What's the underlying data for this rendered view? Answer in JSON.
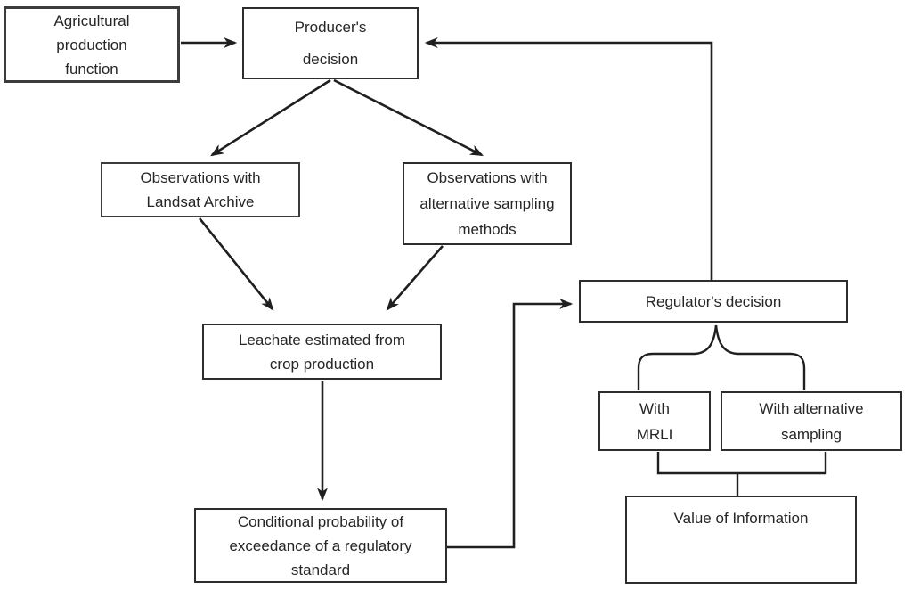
{
  "figure": {
    "type": "flowchart",
    "background": "#ffffff",
    "line_color": "#1f1f1f",
    "text_color": "#262626",
    "nodes": {
      "agricultural": {
        "lines": [
          "Agricultural",
          "production",
          "function"
        ]
      },
      "producers": {
        "lines": [
          "Producer's",
          "decision"
        ]
      },
      "obs_landsat": {
        "lines": [
          "Observations with",
          "Landsat Archive"
        ]
      },
      "obs_alt": {
        "lines": [
          "Observations with",
          "alternative sampling",
          "methods"
        ]
      },
      "leachate": {
        "lines": [
          "Leachate estimated from",
          "crop production"
        ]
      },
      "conditional": {
        "lines": [
          "Conditional probability of",
          "exceedance of a regulatory",
          "standard"
        ]
      },
      "regulators": {
        "lines": [
          "Regulator's decision"
        ]
      },
      "with_mrli": {
        "lines": [
          "With",
          "MRLI"
        ]
      },
      "with_alt": {
        "lines": [
          "With alternative",
          "sampling"
        ]
      },
      "value": {
        "lines": [
          "Value of Information"
        ]
      }
    },
    "edges": [
      {
        "from": "agricultural_production_function",
        "to": "producers_decision",
        "arrow": true
      },
      {
        "from": "regulators_decision",
        "to": "producers_decision",
        "arrow": true
      },
      {
        "from": "producers_decision",
        "to": "observations_landsat_archive",
        "arrow": true
      },
      {
        "from": "producers_decision",
        "to": "observations_alternative_sampling",
        "arrow": true
      },
      {
        "from": "observations_landsat_archive",
        "to": "leachate_estimated",
        "arrow": true
      },
      {
        "from": "observations_alternative_sampling",
        "to": "leachate_estimated",
        "arrow": true
      },
      {
        "from": "leachate_estimated",
        "to": "conditional_probability",
        "arrow": true
      },
      {
        "from": "conditional_probability",
        "to": "regulators_decision",
        "arrow": true
      },
      {
        "from": "regulators_decision",
        "to": "with_mrli",
        "arrow": false
      },
      {
        "from": "regulators_decision",
        "to": "with_alternative_sampling",
        "arrow": false
      },
      {
        "from": "with_mrli",
        "to": "value_of_information",
        "arrow": false
      },
      {
        "from": "with_alternative_sampling",
        "to": "value_of_information",
        "arrow": false
      }
    ]
  }
}
